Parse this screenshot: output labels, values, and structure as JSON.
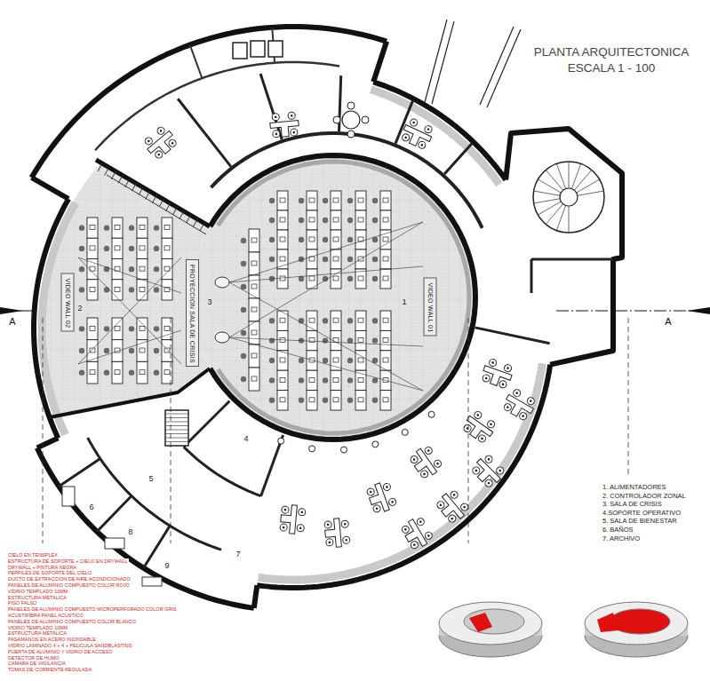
{
  "diagram": {
    "title": "PLANTA ARQUITECTONICA ESCALA 1 - 100",
    "nodes": [
      {
        "text": [
          "VIDEO WALL 02"
        ]
      },
      {
        "text": [
          "PROYECCION SALA DE CRISIS"
        ]
      },
      {
        "text": [
          "VIDEO WALL 01"
        ]
      }
    ],
    "labels": [
      "A",
      "A",
      "1",
      "2",
      "3",
      "4",
      "5",
      "6",
      "7",
      "8",
      "9",
      "1. ALIMENTADORES",
      "2. CONTROLADOR ZONAL",
      "3. SALA DE CRISIS",
      "4.SOPORTE OPERATIVO",
      "5. SALA DE BIENESTAR",
      "6. BAÑOS",
      "7. ARCHIVO",
      "CIELO EN TENSPLEX",
      "ESTRUCTURA DE SOPORTE + CIELO EN DRYWALL",
      "DRYWALL + PINTURA NEGRA",
      "PERFILES DE SOPORTE DEL CIELO",
      "DUCTO DE EXTRACCION DE AIRE ACONDICIONADO",
      "PANELES DE ALUMINIO COMPUESTO COLOR ROJO",
      "VIDRIO TEMPLADO 10MM",
      "ESTRUCTURA METALICA",
      "PISO FALSO",
      "PANELES DE ALUMINIO COMPUESTO MICROPERFORADO COLOR GRIS",
      "ACUSTIFIBRA PANEL ACUSTICO",
      "PANELES DE ALUMINIO COMPUESTO COLOR BLANCO",
      "VIDRIO TEMPLADO 10MM",
      "ESTRUCTURA METALICA",
      "PASAMANOS EN ACERO INOXIDABLE",
      "VIDRIO LAMINADO 4 + 4 + PELICULA SANDBLASTING",
      "PUERTA DE ALUMINIO Y VIDRIO DE ACCESO",
      "DETECTOR DE HUMO",
      "CAMARA DE VIGILANCIA",
      "TOMAS DE CORRIENTE REGULADA"
    ]
  }
}
